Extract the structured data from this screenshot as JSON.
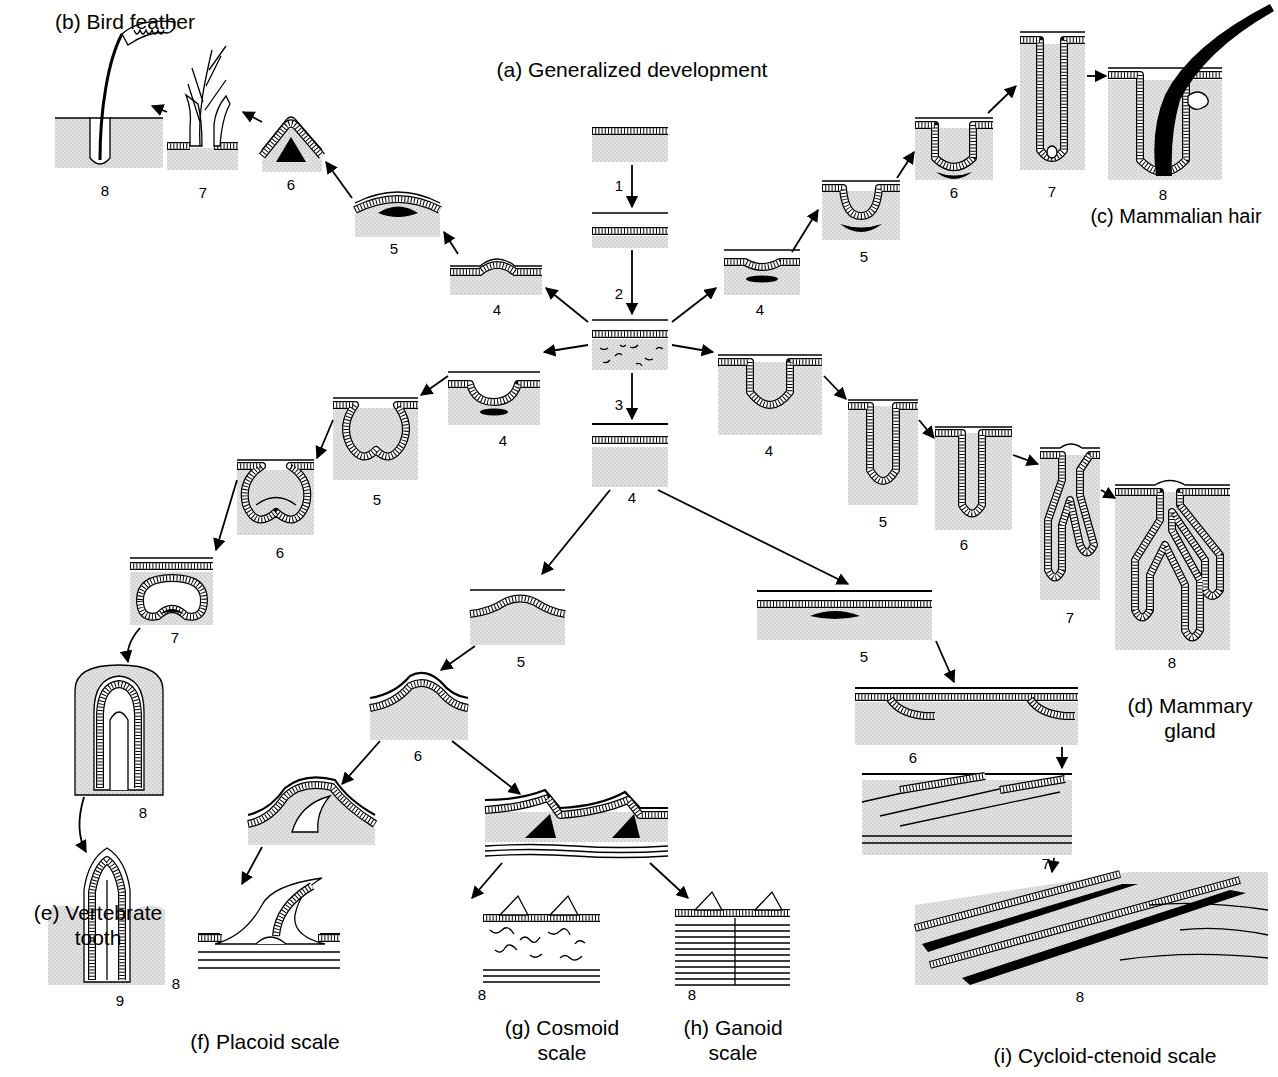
{
  "diagram": {
    "labels": [
      "(b) Bird feather",
      "(a) Generalized development",
      "1",
      "8",
      "7",
      "6",
      "8",
      "7",
      "6",
      "(c) Mammalian hair",
      "5",
      "5",
      "2",
      "4",
      "4",
      "3",
      "4",
      "4",
      "4",
      "5",
      "5",
      "6",
      "6",
      "7",
      "7",
      "5",
      "8",
      "5",
      "(d) Mammary gland",
      "6",
      "6",
      "8",
      "7",
      "(e) Vertebrate tooth",
      "8",
      "8",
      "8",
      "8",
      "9",
      "(f) Placoid scale",
      "(g) Cosmoid scale",
      "(h) Ganoid scale",
      "(i) Cycloid-ctenoid scale"
    ]
  }
}
